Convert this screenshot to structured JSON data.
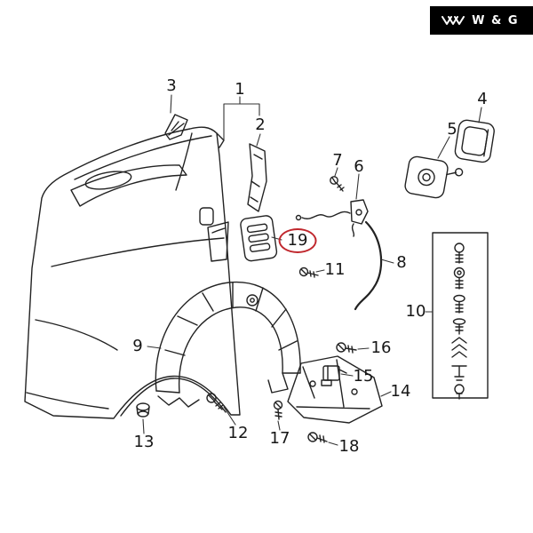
{
  "brand": {
    "label": "W & G",
    "icon": "triple-chevron-icon",
    "background": "#000000",
    "text_color": "#ffffff"
  },
  "diagram": {
    "description_icon": "exploded-parts-diagram",
    "line_color": "#222222",
    "highlight_color": "#c0272d",
    "highlighted_part": "19",
    "parts": [
      {
        "label": "1"
      },
      {
        "label": "2"
      },
      {
        "label": "3"
      },
      {
        "label": "4"
      },
      {
        "label": "5"
      },
      {
        "label": "6"
      },
      {
        "label": "7"
      },
      {
        "label": "8"
      },
      {
        "label": "9"
      },
      {
        "label": "10"
      },
      {
        "label": "11"
      },
      {
        "label": "12"
      },
      {
        "label": "13"
      },
      {
        "label": "14"
      },
      {
        "label": "15"
      },
      {
        "label": "16"
      },
      {
        "label": "17"
      },
      {
        "label": "18"
      },
      {
        "label": "19",
        "highlighted": true
      }
    ]
  }
}
